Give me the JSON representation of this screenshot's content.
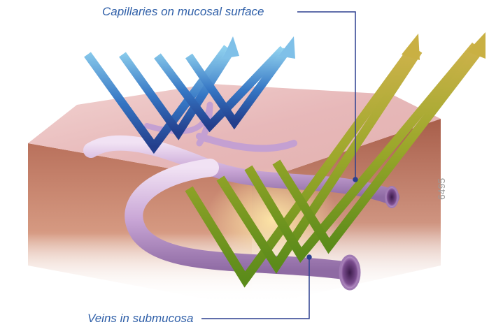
{
  "callouts": {
    "capillaries": "Capillaries on mucosal surface",
    "veins": "Veins in submucosa"
  },
  "figure_number": "6495",
  "colors": {
    "label_text": "#2f5fa8",
    "leader_line": "#2b3f8f",
    "blue_arrow": "#3f8fd0",
    "green_arrow": "#a6a82a",
    "vessel": "#c9a6d6",
    "tissue_top": "#e9bfc0",
    "tissue_side": "#b87766"
  },
  "icons": {
    "blue_light_paths": "short-wavelength-blue-light-arrows",
    "green_light_paths": "longer-wavelength-green-light-arrows"
  }
}
